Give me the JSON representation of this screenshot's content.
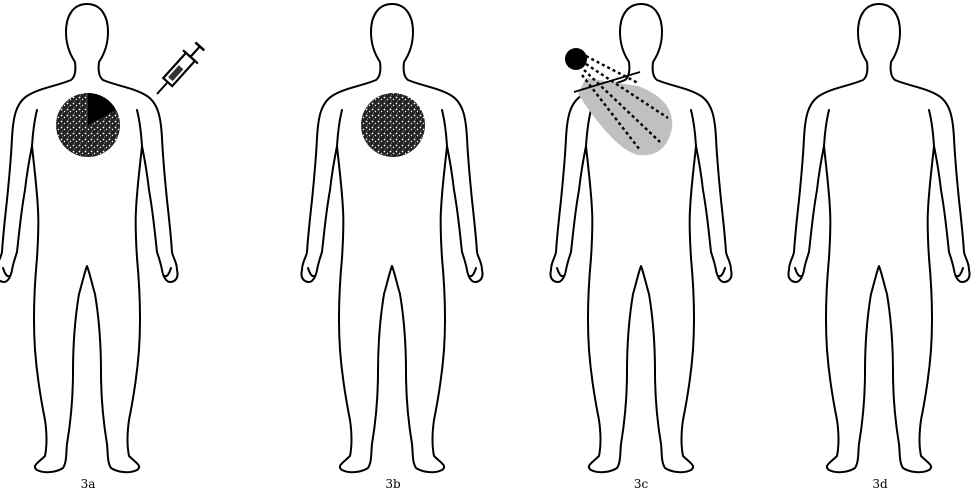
{
  "panels": [
    {
      "id": "3a",
      "caption": "3a",
      "features": [
        "tumor",
        "syringe"
      ]
    },
    {
      "id": "3b",
      "caption": "3b",
      "features": [
        "tumor"
      ]
    },
    {
      "id": "3c",
      "caption": "3c",
      "features": [
        "irradiation"
      ]
    },
    {
      "id": "3d",
      "caption": "3d",
      "features": []
    }
  ],
  "colors": {
    "outline": "#000000",
    "tumor": "#1a1a1a",
    "irradiation_field": "#c0c0c0",
    "background": "#ffffff"
  }
}
